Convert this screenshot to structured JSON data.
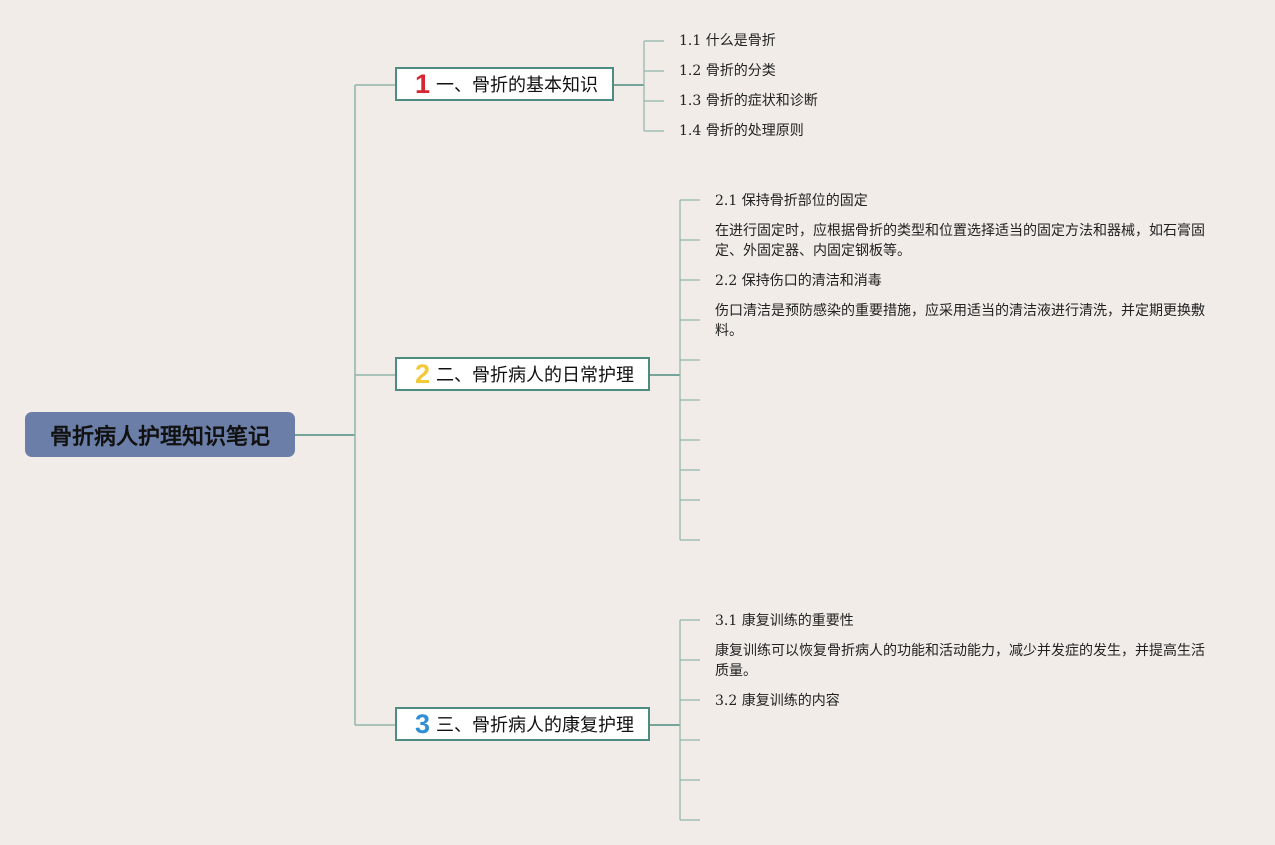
{
  "root": {
    "title": "骨折病人护理知识笔记"
  },
  "sections": [
    {
      "badge": "1",
      "badge_color": "#d6262f",
      "title": "一、骨折的基本知识",
      "items": [
        "1.1 什么是骨折",
        "1.2 骨折的分类",
        "1.3 骨折的症状和诊断",
        "1.4 骨折的处理原则"
      ]
    },
    {
      "badge": "2",
      "badge_color": "#f3c93a",
      "title": "二、骨折病人的日常护理",
      "items": [
        "2.1 保持骨折部位的固定",
        "在进行固定时，应根据骨折的类型和位置选择适当的固定方法和器械，如石膏固定、外固定器、内固定钢板等。",
        "2.2 保持伤口的清洁和消毒",
        "伤口清洁是预防感染的重要措施，应采用适当的清洁液进行清洗，并定期更换敷料。"
      ]
    },
    {
      "badge": "3",
      "badge_color": "#2f8fd6",
      "title": "三、骨折病人的康复护理",
      "items": [
        "3.1 康复训练的重要性",
        "康复训练可以恢复骨折病人的功能和活动能力，减少并发症的发生，并提高生活质量。",
        "3.2 康复训练的内容"
      ]
    }
  ],
  "colors": {
    "background": "#f1ece7",
    "root": "#6b7ea7",
    "line": "#4d8c7e",
    "leaf_line": "#8fb5ab"
  }
}
